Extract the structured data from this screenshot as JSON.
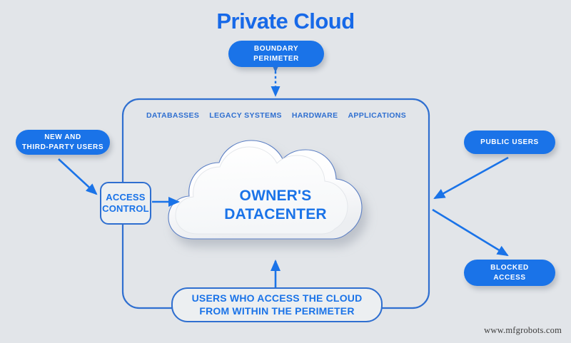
{
  "diagram": {
    "title": "Private Cloud",
    "background_color": "#e2e5e9",
    "accent_color": "#1a73e8",
    "outline_color": "#2f6fd0"
  },
  "nodes": {
    "boundary_perimeter": {
      "line1": "BOUNDARY",
      "line2": "PERIMETER",
      "style": "filled-pill"
    },
    "new_third_party_users": {
      "line1": "NEW AND",
      "line2": "THIRD-PARTY USERS",
      "style": "filled-pill"
    },
    "public_users": {
      "line1": "PUBLIC USERS",
      "style": "filled-pill"
    },
    "blocked_access": {
      "line1": "BLOCKED",
      "line2": "ACCESS",
      "style": "filled-pill"
    },
    "access_control": {
      "line1": "ACCESS",
      "line2": "CONTROL",
      "style": "outlined-box"
    },
    "internal_users": {
      "line1": "USERS WHO ACCESS THE CLOUD",
      "line2": "FROM WITHIN THE PERIMETER",
      "style": "outlined-box"
    },
    "owners_datacenter": {
      "line1": "OWNER'S",
      "line2": "DATACENTER",
      "style": "cloud"
    }
  },
  "perimeter_tags": [
    "DATABASSES",
    "LEGACY SYSTEMS",
    "HARDWARE",
    "APPLICATIONS"
  ],
  "connections": [
    {
      "from": "boundary_perimeter",
      "to": "perimeter_boundary",
      "style": "dotted-double-arrow"
    },
    {
      "from": "new_third_party_users",
      "to": "access_control",
      "style": "solid-arrow"
    },
    {
      "from": "access_control",
      "to": "owners_datacenter",
      "style": "solid-arrow"
    },
    {
      "from": "public_users",
      "to": "perimeter_boundary",
      "style": "solid-arrow"
    },
    {
      "from": "perimeter_boundary",
      "to": "blocked_access",
      "style": "solid-arrow"
    },
    {
      "from": "internal_users",
      "to": "owners_datacenter",
      "style": "solid-arrow"
    }
  ],
  "watermark": "www.mfgrobots.com"
}
